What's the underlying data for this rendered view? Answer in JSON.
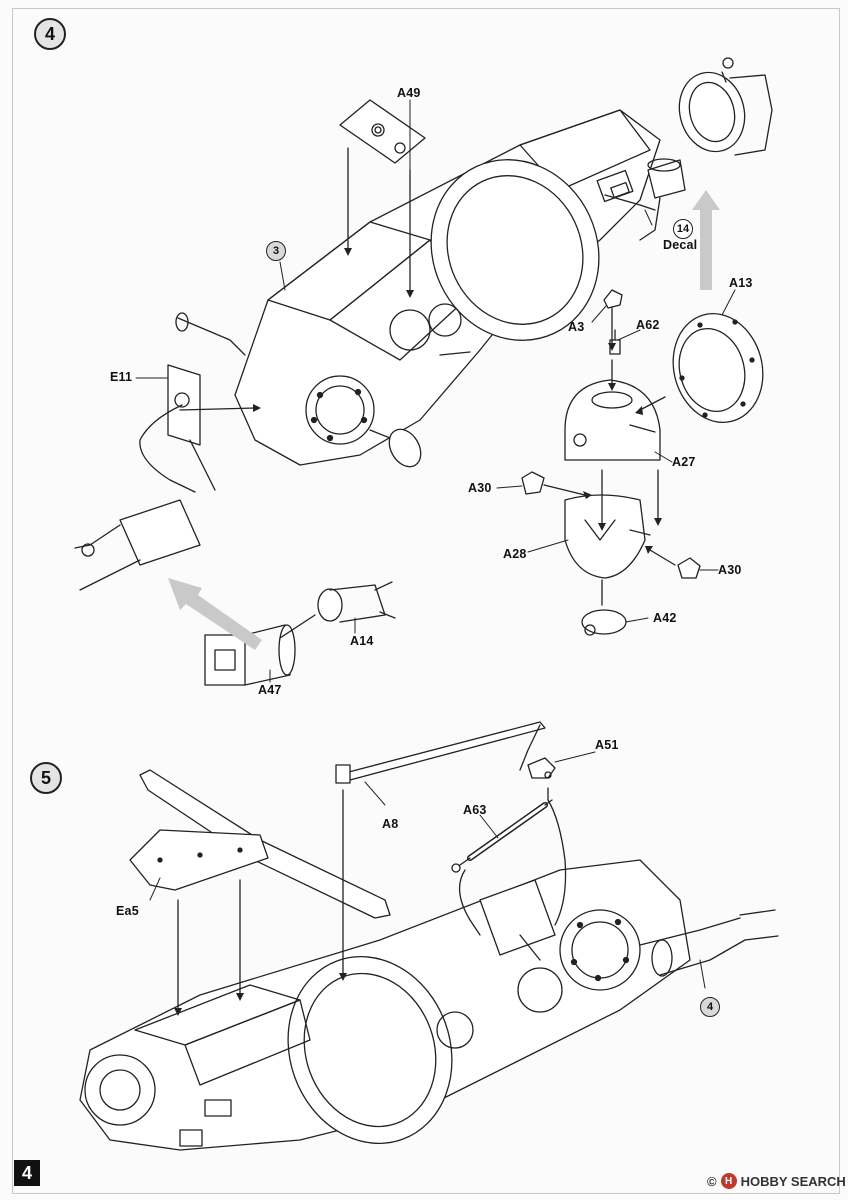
{
  "steps": [
    {
      "number": "4"
    },
    {
      "number": "5"
    }
  ],
  "step4": {
    "part_labels": {
      "a49": "A49",
      "e11": "E11",
      "a3": "A3",
      "a62": "A62",
      "a13": "A13",
      "a27": "A27",
      "a30_left": "A30",
      "a30_right": "A30",
      "a28": "A28",
      "a42": "A42",
      "a14": "A14",
      "a47": "A47"
    },
    "ref_step3": "3",
    "decal_number": "14",
    "decal_label": "Decal"
  },
  "step5": {
    "part_labels": {
      "a51": "A51",
      "a8": "A8",
      "a63": "A63",
      "ea5": "Ea5"
    },
    "ref_step4": "4"
  },
  "page_number": "4",
  "watermark": {
    "brand": "HOBBY SEARCH",
    "copyright": "©"
  },
  "colors": {
    "line": "#222222",
    "assist_arrow": "#c9c9c9",
    "step_badge_fill": "#e4e4e4"
  }
}
